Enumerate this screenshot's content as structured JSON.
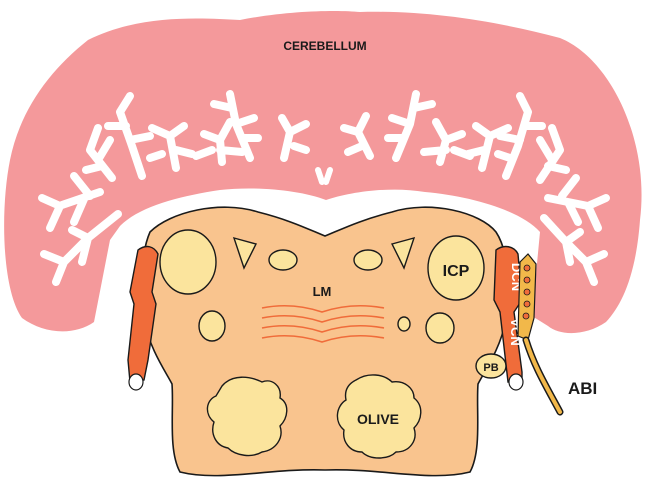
{
  "labels": {
    "cerebellum": "CEREBELLUM",
    "lm": "LM",
    "icp": "ICP",
    "dcn": "DCN",
    "vcn": "VCN",
    "pb": "PB",
    "olive": "OLIVE",
    "abi": "ABI"
  },
  "colors": {
    "cerebellum": "#f4999b",
    "brainstem": "#f9c48e",
    "nuclei": "#fbe49d",
    "cochlear_nucleus": "#f06c3a",
    "lemniscus_lines": "#f06c3a",
    "implant": "#f2b84a",
    "outline": "#1a1a1a"
  }
}
